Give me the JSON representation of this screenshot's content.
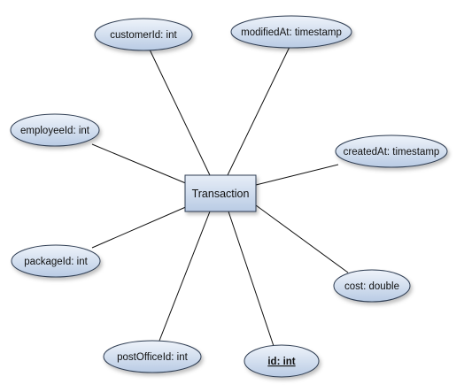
{
  "entity": {
    "label": "Transaction"
  },
  "attributes": [
    {
      "id": "customerId",
      "label": "customerId: int",
      "key": false
    },
    {
      "id": "modifiedAt",
      "label": "modifiedAt: timestamp",
      "key": false
    },
    {
      "id": "employeeId",
      "label": "employeeId: int",
      "key": false
    },
    {
      "id": "createdAt",
      "label": "createdAt: timestamp",
      "key": false
    },
    {
      "id": "packageId",
      "label": "packageId: int",
      "key": false
    },
    {
      "id": "cost",
      "label": "cost: double",
      "key": false
    },
    {
      "id": "postOfficeId",
      "label": "postOfficeId: int",
      "key": false
    },
    {
      "id": "id",
      "label": "id: int",
      "key": true
    }
  ],
  "colors": {
    "fill_top": "#eef3fa",
    "fill_bottom": "#b9cbe4",
    "stroke": "#2f3d52",
    "line": "#111111"
  }
}
